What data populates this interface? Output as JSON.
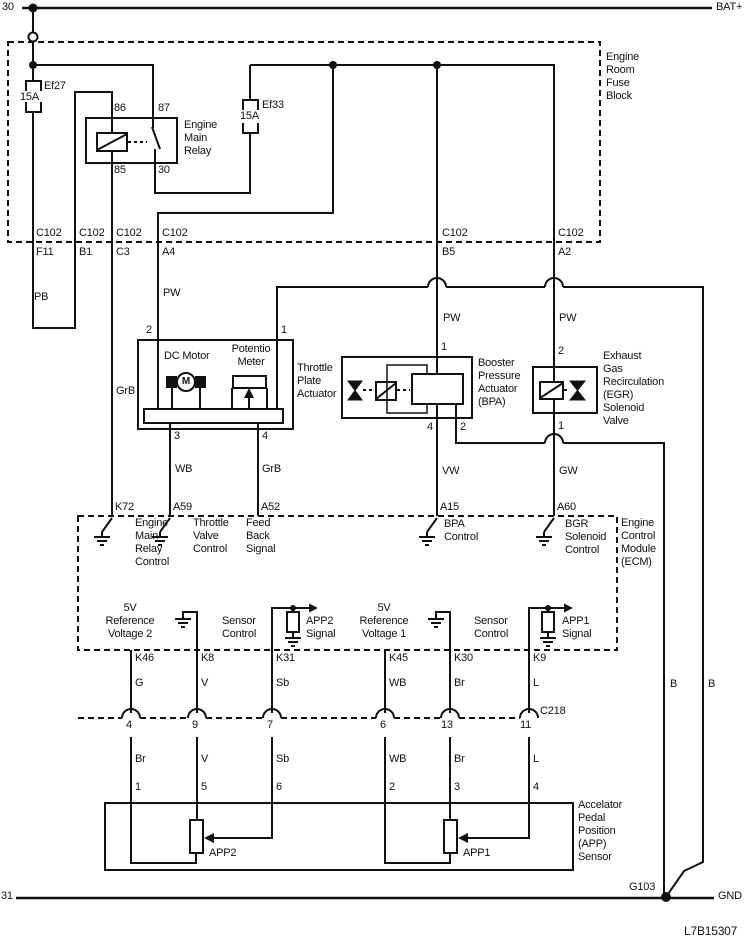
{
  "doc_code": "L7B15307",
  "power": {
    "terminal_top": "30",
    "battery": "BAT+",
    "terminal_bottom": "31",
    "ground": "GND",
    "ground_point": "G103",
    "ground_wire_left": "B",
    "ground_wire_right": "B"
  },
  "fuse_block": {
    "title": "Engine\nRoom\nFuse\nBlock",
    "fuse1": {
      "name": "Ef27",
      "amps": "15A"
    },
    "fuse2": {
      "name": "Ef33",
      "amps": "15A"
    },
    "relay": {
      "title": "Engine\nMain\nRelay",
      "pin86": "86",
      "pin87": "87",
      "pin85": "85",
      "pin30": "30"
    }
  },
  "c102": {
    "cols": [
      {
        "conn": "C102",
        "pin": "F11"
      },
      {
        "conn": "C102",
        "pin": "B1"
      },
      {
        "conn": "C102",
        "pin": "C3"
      },
      {
        "conn": "C102",
        "pin": "A4"
      },
      {
        "conn": "C102",
        "pin": "B5"
      },
      {
        "conn": "C102",
        "pin": "A2"
      }
    ]
  },
  "wires": {
    "pb": "PB",
    "pw_a4": "PW",
    "pw_b5": "PW",
    "pw_a2": "PW",
    "grb_c3": "GrB",
    "wb_a59": "WB",
    "grb_a52": "GrB",
    "vw_a15": "VW",
    "gw_a60": "GW"
  },
  "tpa": {
    "title": "Throttle\nPlate\nActuator",
    "dc_motor": "DC Motor",
    "motor_m": "M",
    "potentiometer": "Potentio\nMeter",
    "pin1": "1",
    "pin2": "2",
    "pin3": "3",
    "pin4": "4"
  },
  "bpa": {
    "title": "Booster\nPressure\nActuator\n(BPA)",
    "pin1": "1",
    "pin2": "2",
    "pin4": "4"
  },
  "egr": {
    "title": "Exhaust\nGas\nRecirculation\n(EGR)\nSolenoid\nValve",
    "pin1": "1",
    "pin2": "2"
  },
  "ecm": {
    "title": "Engine\nControl\nModule\n(ECM)",
    "top_pins": [
      {
        "pin": "K72",
        "fn": "Engine\nMain\nRelay\nControl"
      },
      {
        "pin": "A59",
        "fn": "Throttle\nValve\nControl"
      },
      {
        "pin": "A52",
        "fn": "Feed\nBack\nSignal"
      },
      {
        "pin": "A15",
        "fn": "BPA\nControl"
      },
      {
        "pin": "A60",
        "fn": "BGR\nSolenoid\nControl"
      }
    ],
    "bottom_pins": [
      {
        "pin": "K46",
        "fn": "5V\nReference\nVoltage 2"
      },
      {
        "pin": "K8",
        "fn": "Sensor\nControl"
      },
      {
        "pin": "K31",
        "fn": "APP2\nSignal"
      },
      {
        "pin": "K45",
        "fn": "5V\nReference\nVoltage 1"
      },
      {
        "pin": "K30",
        "fn": "Sensor\nControl"
      },
      {
        "pin": "K9",
        "fn": "APP1\nSignal"
      }
    ]
  },
  "c218": {
    "name": "C218",
    "cols": [
      {
        "upper_wire": "G",
        "pin": "4",
        "lower_wire": "Br",
        "app_pin": "1"
      },
      {
        "upper_wire": "V",
        "pin": "9",
        "lower_wire": "V",
        "app_pin": "5"
      },
      {
        "upper_wire": "Sb",
        "pin": "7",
        "lower_wire": "Sb",
        "app_pin": "6"
      },
      {
        "upper_wire": "WB",
        "pin": "6",
        "lower_wire": "WB",
        "app_pin": "2"
      },
      {
        "upper_wire": "Br",
        "pin": "13",
        "lower_wire": "Br",
        "app_pin": "3"
      },
      {
        "upper_wire": "L",
        "pin": "11",
        "lower_wire": "L",
        "app_pin": "4"
      }
    ]
  },
  "app": {
    "title": "Accelator\nPedal\nPosition\n(APP)\nSensor",
    "pot2": "APP2",
    "pot1": "APP1"
  }
}
